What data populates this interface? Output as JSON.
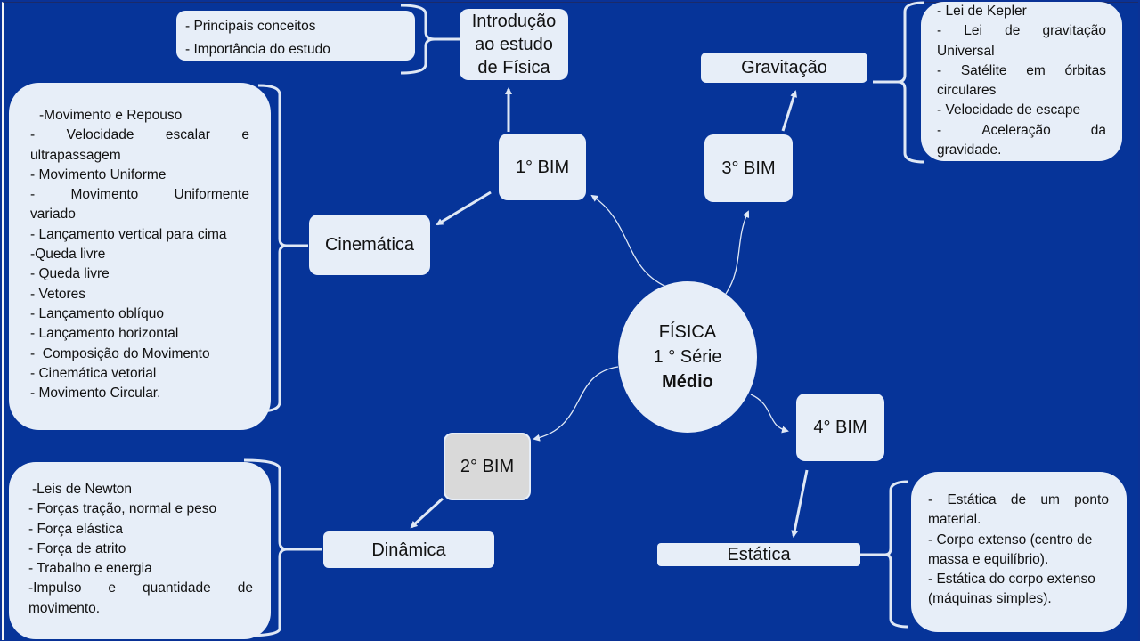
{
  "center": {
    "line1": "FÍSICA",
    "line2": "1 ° Série",
    "line3": "Médio"
  },
  "bimesters": [
    {
      "label": "1° BIM",
      "topic": "Introdução ao estudo de Física",
      "topic_lines": [
        "Introdução",
        "ao estudo",
        "de Física"
      ]
    },
    {
      "label": "2° BIM",
      "topic": "Dinâmica"
    },
    {
      "label": "3° BIM",
      "topic": "Gravitação"
    },
    {
      "label": "4° BIM",
      "topic": "Estática"
    }
  ],
  "cinematica": {
    "label": "Cinemática"
  },
  "intro_items": [
    "- Principais conceitos",
    "- Importância do estudo"
  ],
  "cinematica_items": [
    "-Movimento e Repouso",
    "- Velocidade escalar e ultrapassagem",
    "- Movimento Uniforme",
    "- Movimento Uniformente variado",
    "- Lançamento vertical para cima",
    "-Queda livre",
    "- Queda livre",
    "- Vetores",
    "- Lançamento oblíquo",
    "- Lançamento horizontal",
    "-  Composição do Movimento",
    "- Cinemática vetorial",
    "- Movimento Circular."
  ],
  "dinamica_items": [
    "-Leis de Newton",
    "- Forças tração, normal e peso",
    "- Força elástica",
    "- Força de atrito",
    "- Trabalho e energia",
    "-Impulso e quantidade de movimento."
  ],
  "gravitacao_items": [
    "- Lei de Kepler",
    "- Lei de gravitação Universal",
    "- Satélite em órbitas circulares",
    "- Velocidade de escape",
    "- Aceleração da gravidade."
  ],
  "estatica_items": [
    "- Estática de um ponto material.",
    "- Corpo extenso (centro de massa e equilíbrio).",
    "- Estática do corpo extenso (máquinas simples)."
  ],
  "colors": {
    "background": "#063499",
    "box": "#e7eef8",
    "highlight_box": "#d9d9d9",
    "connector": "#dfe8f5"
  }
}
